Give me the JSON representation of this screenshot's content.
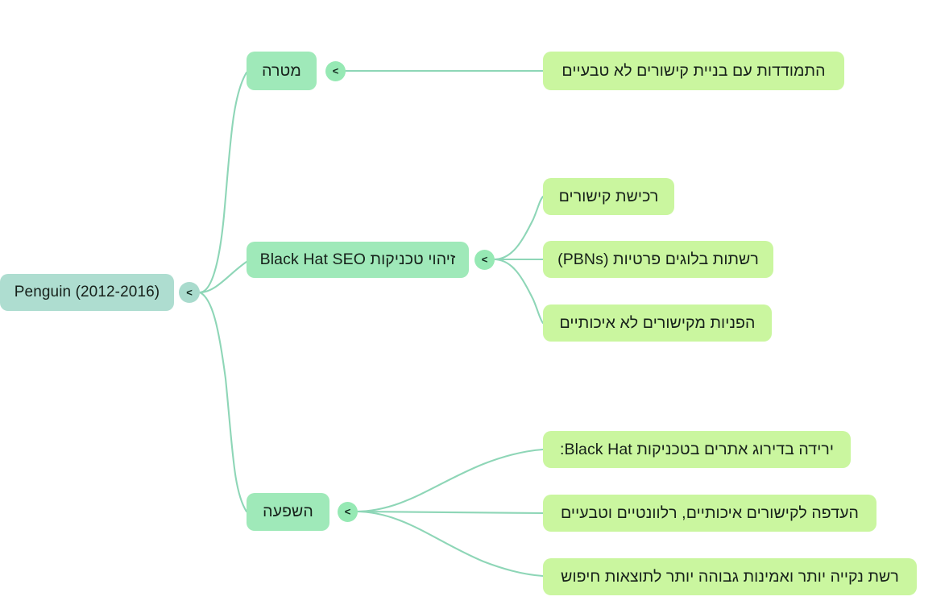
{
  "meta": {
    "chevron_glyph": "<",
    "colors": {
      "background": "#ffffff",
      "root_fill": "#aeddd0",
      "branch_fill": "#9fe9b9",
      "leaf_fill": "#caf69f",
      "edge_stroke": "#8ed6b7",
      "text": "#16201a",
      "root_toggle_fill": "#a9dbcd",
      "branch_toggle_fill": "#96e9b4"
    }
  },
  "mindmap": {
    "root": {
      "label": "Penguin (2012-2016)",
      "toggle_label": "<"
    },
    "branches": [
      {
        "id": "matara",
        "label": "מטרה",
        "toggle_label": "<",
        "children": [
          {
            "id": "matara-1",
            "label": "התמודדות עם בניית קישורים לא טבעיים"
          }
        ]
      },
      {
        "id": "zihuy",
        "label": "זיהוי טכניקות Black Hat SEO",
        "toggle_label": "<",
        "children": [
          {
            "id": "zihuy-1",
            "label": "רכישת קישורים"
          },
          {
            "id": "zihuy-2",
            "label": "רשתות בלוגים פרטיות (PBNs)"
          },
          {
            "id": "zihuy-3",
            "label": "הפניות מקישורים לא איכותיים"
          }
        ]
      },
      {
        "id": "hashpaa",
        "label": "השפעה",
        "toggle_label": "<",
        "children": [
          {
            "id": "hashpaa-1",
            "label": "ירידה בדירוג אתרים בטכניקות Black Hat:"
          },
          {
            "id": "hashpaa-2",
            "label": "העדפה לקישורים איכותיים, רלוונטיים וטבעיים"
          },
          {
            "id": "hashpaa-3",
            "label": "רשת נקייה יותר ואמינות גבוהה יותר לתוצאות חיפוש"
          }
        ]
      }
    ]
  }
}
